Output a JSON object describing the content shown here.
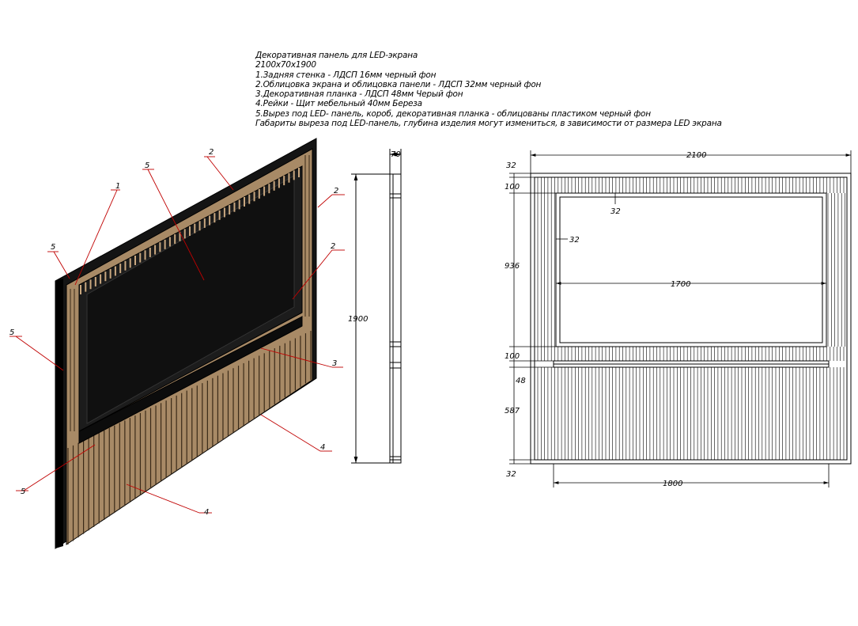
{
  "notes": [
    "Декоративная панель для LED-экрана",
    "2100х70х1900",
    "1.Задняя стенка - ЛДСП 16мм черный фон",
    "2.Облицовка экрана и облицовка панели - ЛДСП 32мм черный фон",
    "3.Декоративная планка - ЛДСП 48мм Черый фон",
    "4.Рейки - Щит мебельный 40мм Береза",
    "5.Вырез под LED- панель, короб, декоративная планка - облицованы пластиком черный фон",
    "Габариты выреза под LED-панель, глубина изделия могут измениться, в зависимости от размера LED экрана"
  ],
  "callouts": {
    "c1": "1",
    "c2a": "2",
    "c2b": "2",
    "c2c": "2",
    "c3": "3",
    "c4a": "4",
    "c4b": "4",
    "c5a": "5",
    "c5b": "5",
    "c5c": "5",
    "c5d": "5"
  },
  "dims": {
    "total_width": "2100",
    "depth": "70",
    "height": "1900",
    "top_frame": "32",
    "upper_strip": "100",
    "inner_frame_top": "32",
    "inner_frame_left": "32",
    "screen_height": "936",
    "screen_width": "1700",
    "lower_strip": "100",
    "plank": "48",
    "bottom_panel": "587",
    "bottom_frame": "32",
    "bottom_width": "1800"
  },
  "colors": {
    "dark": "#141414",
    "wood": "#a88a66",
    "leader": "#c00000"
  }
}
